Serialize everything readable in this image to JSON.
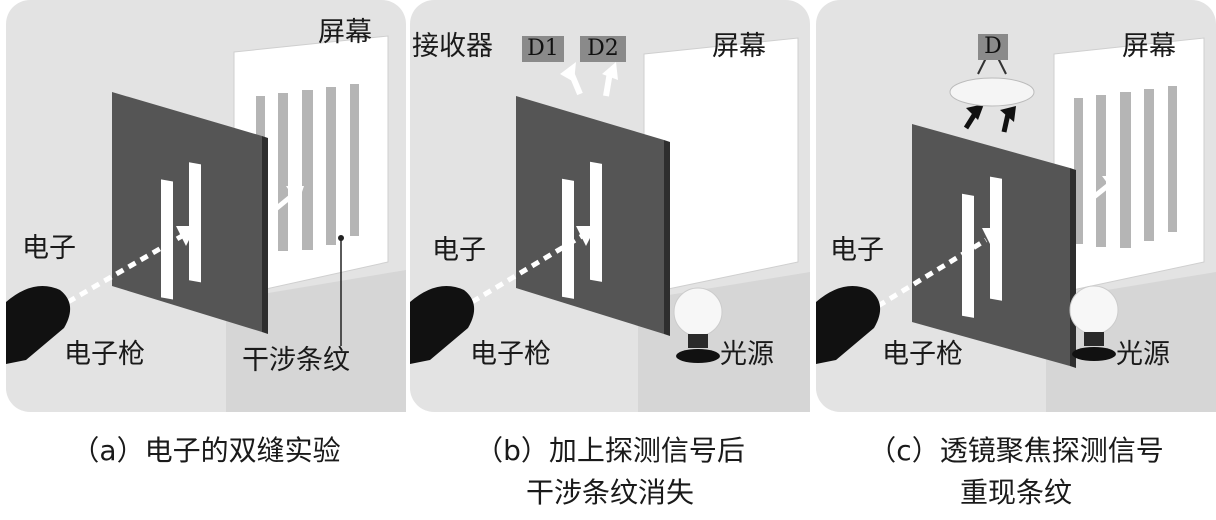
{
  "panels": [
    {
      "screen_label": "屏幕",
      "electron_label": "电子",
      "gun_label": "电子枪",
      "fringe_label": "干涉条纹",
      "caption_line1": "（a）电子的双缝实验",
      "caption_line2": ""
    },
    {
      "screen_label": "屏幕",
      "electron_label": "电子",
      "gun_label": "电子枪",
      "receiver_label": "接收器",
      "detector1": "D1",
      "detector2": "D2",
      "light_label": "光源",
      "caption_line1": "（b）加上探测信号后",
      "caption_line2": "干涉条纹消失"
    },
    {
      "screen_label": "屏幕",
      "electron_label": "电子",
      "gun_label": "电子枪",
      "detector": "D",
      "light_label": "光源",
      "caption_line1": "（c）透镜聚焦探测信号",
      "caption_line2": "重现条纹"
    }
  ],
  "colors": {
    "panel_bg": "#e3e3e3",
    "slit_plate": "#555555",
    "screen": "#ffffff",
    "fringe": "#a8a8a8",
    "gun": "#111111",
    "detector_box": "#8a8a8a"
  }
}
